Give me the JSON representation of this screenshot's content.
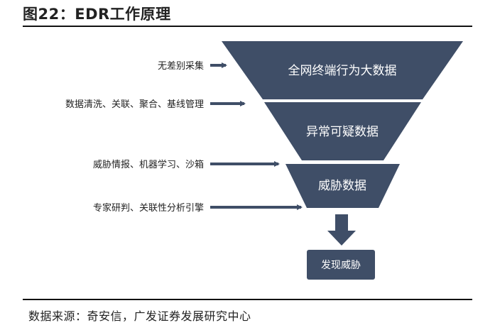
{
  "title": "图22：EDR工作原理",
  "source": "数据来源：奇安信，广发证券发展研究中心",
  "funnel": {
    "tiers": [
      "全网终端行为大数据",
      "异常可疑数据",
      "威胁数据"
    ],
    "output": "发现威胁"
  },
  "inputs": [
    "无差别采集",
    "数据清洗、关联、聚合、基线管理",
    "威胁情报、机器学习、沙箱",
    "专家研判、关联性分析引擎"
  ],
  "colors": {
    "tier": "#3f4e67",
    "text": "#222222"
  }
}
